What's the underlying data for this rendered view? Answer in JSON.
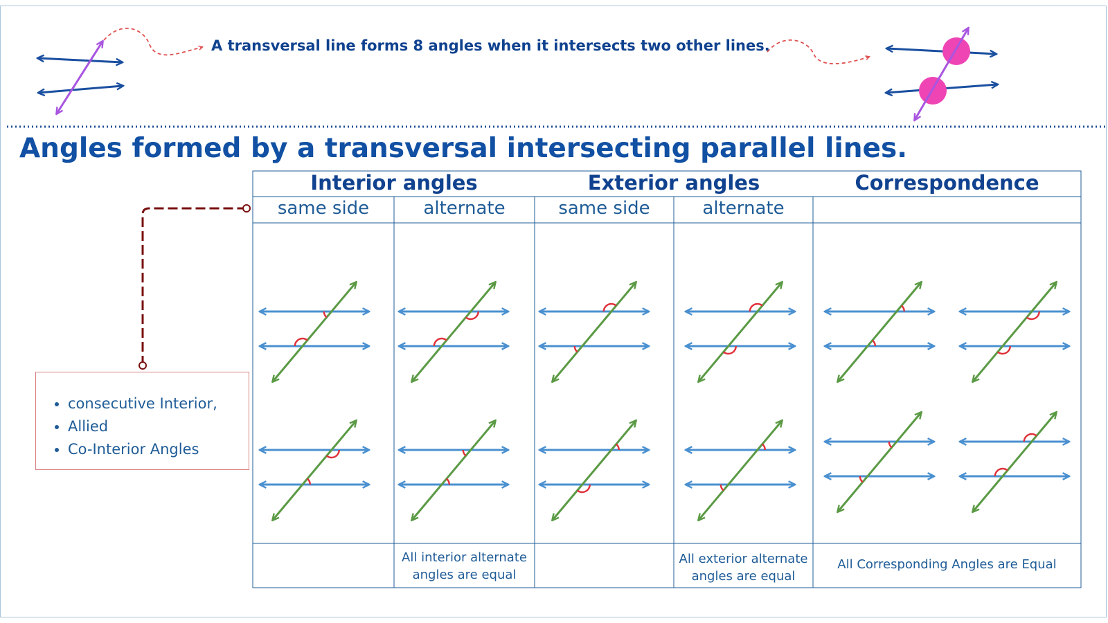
{
  "top_caption": "A transversal line forms 8 angles when it intersects two other lines.",
  "main_title": "Angles formed by a transversal intersecting parallel lines.",
  "table": {
    "groups": [
      {
        "label": "Interior angles",
        "subs": [
          "same side",
          "alternate"
        ]
      },
      {
        "label": "Exterior angles",
        "subs": [
          "same side",
          "alternate"
        ]
      },
      {
        "label": "Correspondence",
        "subs": []
      }
    ],
    "footers": {
      "interior_alternate": "All interior alternate angles are equal",
      "exterior_alternate": "All exterior alternate angles are equal",
      "correspondence": "All Corresponding Angles are Equal"
    }
  },
  "note": {
    "items": [
      "consecutive Interior,",
      "Allied",
      "Co-Interior Angles"
    ]
  },
  "colors": {
    "title": "#1150a3",
    "parallel_lines": "#4a90d0",
    "transversal": "#5b9a45",
    "angle_arc": "#e0303a",
    "transversal_intro": "#a855e0",
    "intro_lines": "#1a4fa0",
    "highlight_dot": "#ee44b4",
    "connector": "#7a1010",
    "dashed_arrow": "#e05050"
  },
  "icons": [
    "arrow-head-icon",
    "highlight-dot-icon"
  ]
}
